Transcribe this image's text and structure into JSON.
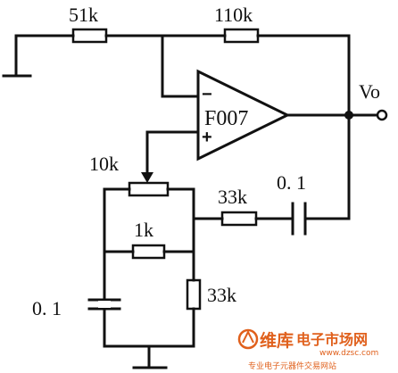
{
  "labels": {
    "r_input": "51k",
    "r_feedback": "110k",
    "output": "Vo",
    "opamp_name": "F007",
    "opamp_minus": "−",
    "opamp_plus": "+",
    "pot": "10k",
    "r_series": "33k",
    "c_series": "0. 1",
    "r_bridge": "1k",
    "c_shunt": "0. 1",
    "r_shunt": "33k"
  },
  "watermark": {
    "brand": "维库",
    "title": "电子市场网",
    "url": "www.dzsc.com",
    "slogan": "专业电子元器件交易网站",
    "colors": {
      "brand": "#e0601c",
      "url": "#e0601c",
      "slogan": "#e0601c"
    }
  },
  "colors": {
    "wire": "#111111",
    "background": "#ffffff"
  }
}
